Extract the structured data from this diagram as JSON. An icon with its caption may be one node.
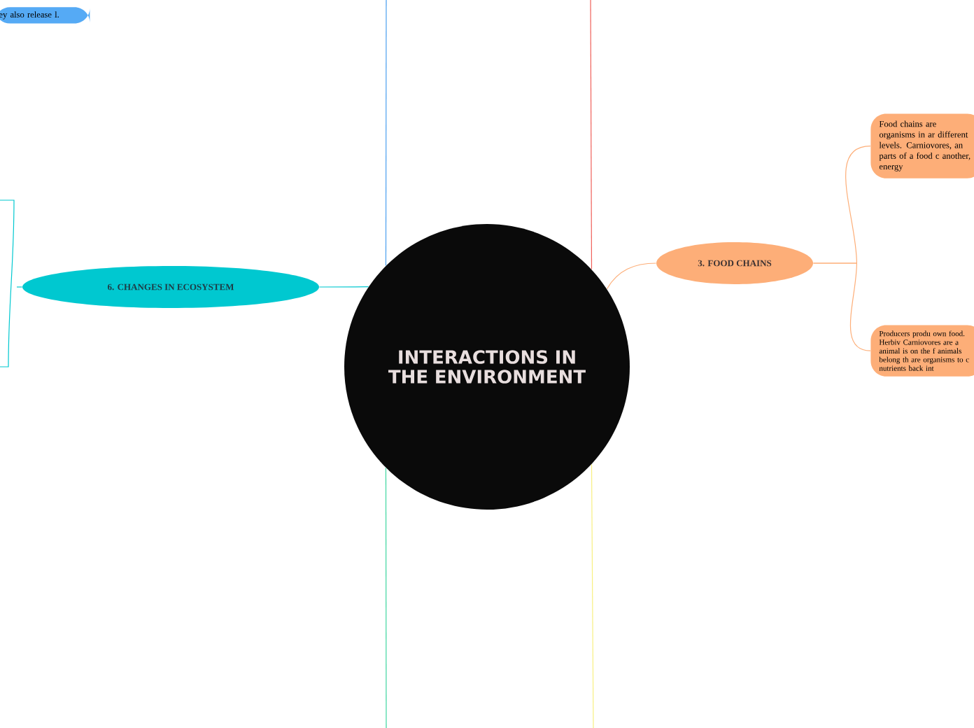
{
  "diagram": {
    "nodes": [
      {
        "text": [
          "INTERACTIONS IN THE ENVIRONMENT"
        ]
      },
      {
        "text": [
          "3. FOOD CHAINS"
        ]
      },
      {
        "text": [
          "Food chains are organisms in ar different levels. Carniovores, an parts of a food c another, energy"
        ]
      },
      {
        "text": [
          "Producers produ own food. Herbiv Carniovores are a animal is on the f animals belong th are organisms to c nutrients back int"
        ]
      },
      {
        "text": [
          "6. CHANGES IN ECOSYSTEM"
        ]
      },
      {
        "text": [
          "ey also release l."
        ]
      }
    ],
    "edges": [
      {
        "from": 0,
        "to": 1,
        "arrow": "none",
        "color": "#fdae78"
      },
      {
        "from": 1,
        "to": 2,
        "arrow": "none",
        "color": "#fdae78"
      },
      {
        "from": 1,
        "to": 3,
        "arrow": "none",
        "color": "#fdae78"
      },
      {
        "from": 0,
        "to": 4,
        "arrow": "none",
        "color": "#00c8d0"
      },
      {
        "from": 0,
        "to": null,
        "arrow": "none",
        "color": "#4a9ff0"
      },
      {
        "from": 0,
        "to": null,
        "arrow": "none",
        "color": "#f0605a"
      },
      {
        "from": 0,
        "to": null,
        "arrow": "none",
        "color": "#3ed6a0"
      },
      {
        "from": 0,
        "to": null,
        "arrow": "none",
        "color": "#f8f080"
      },
      {
        "from": 4,
        "to": null,
        "arrow": "none",
        "color": "#00c8d0"
      }
    ]
  }
}
